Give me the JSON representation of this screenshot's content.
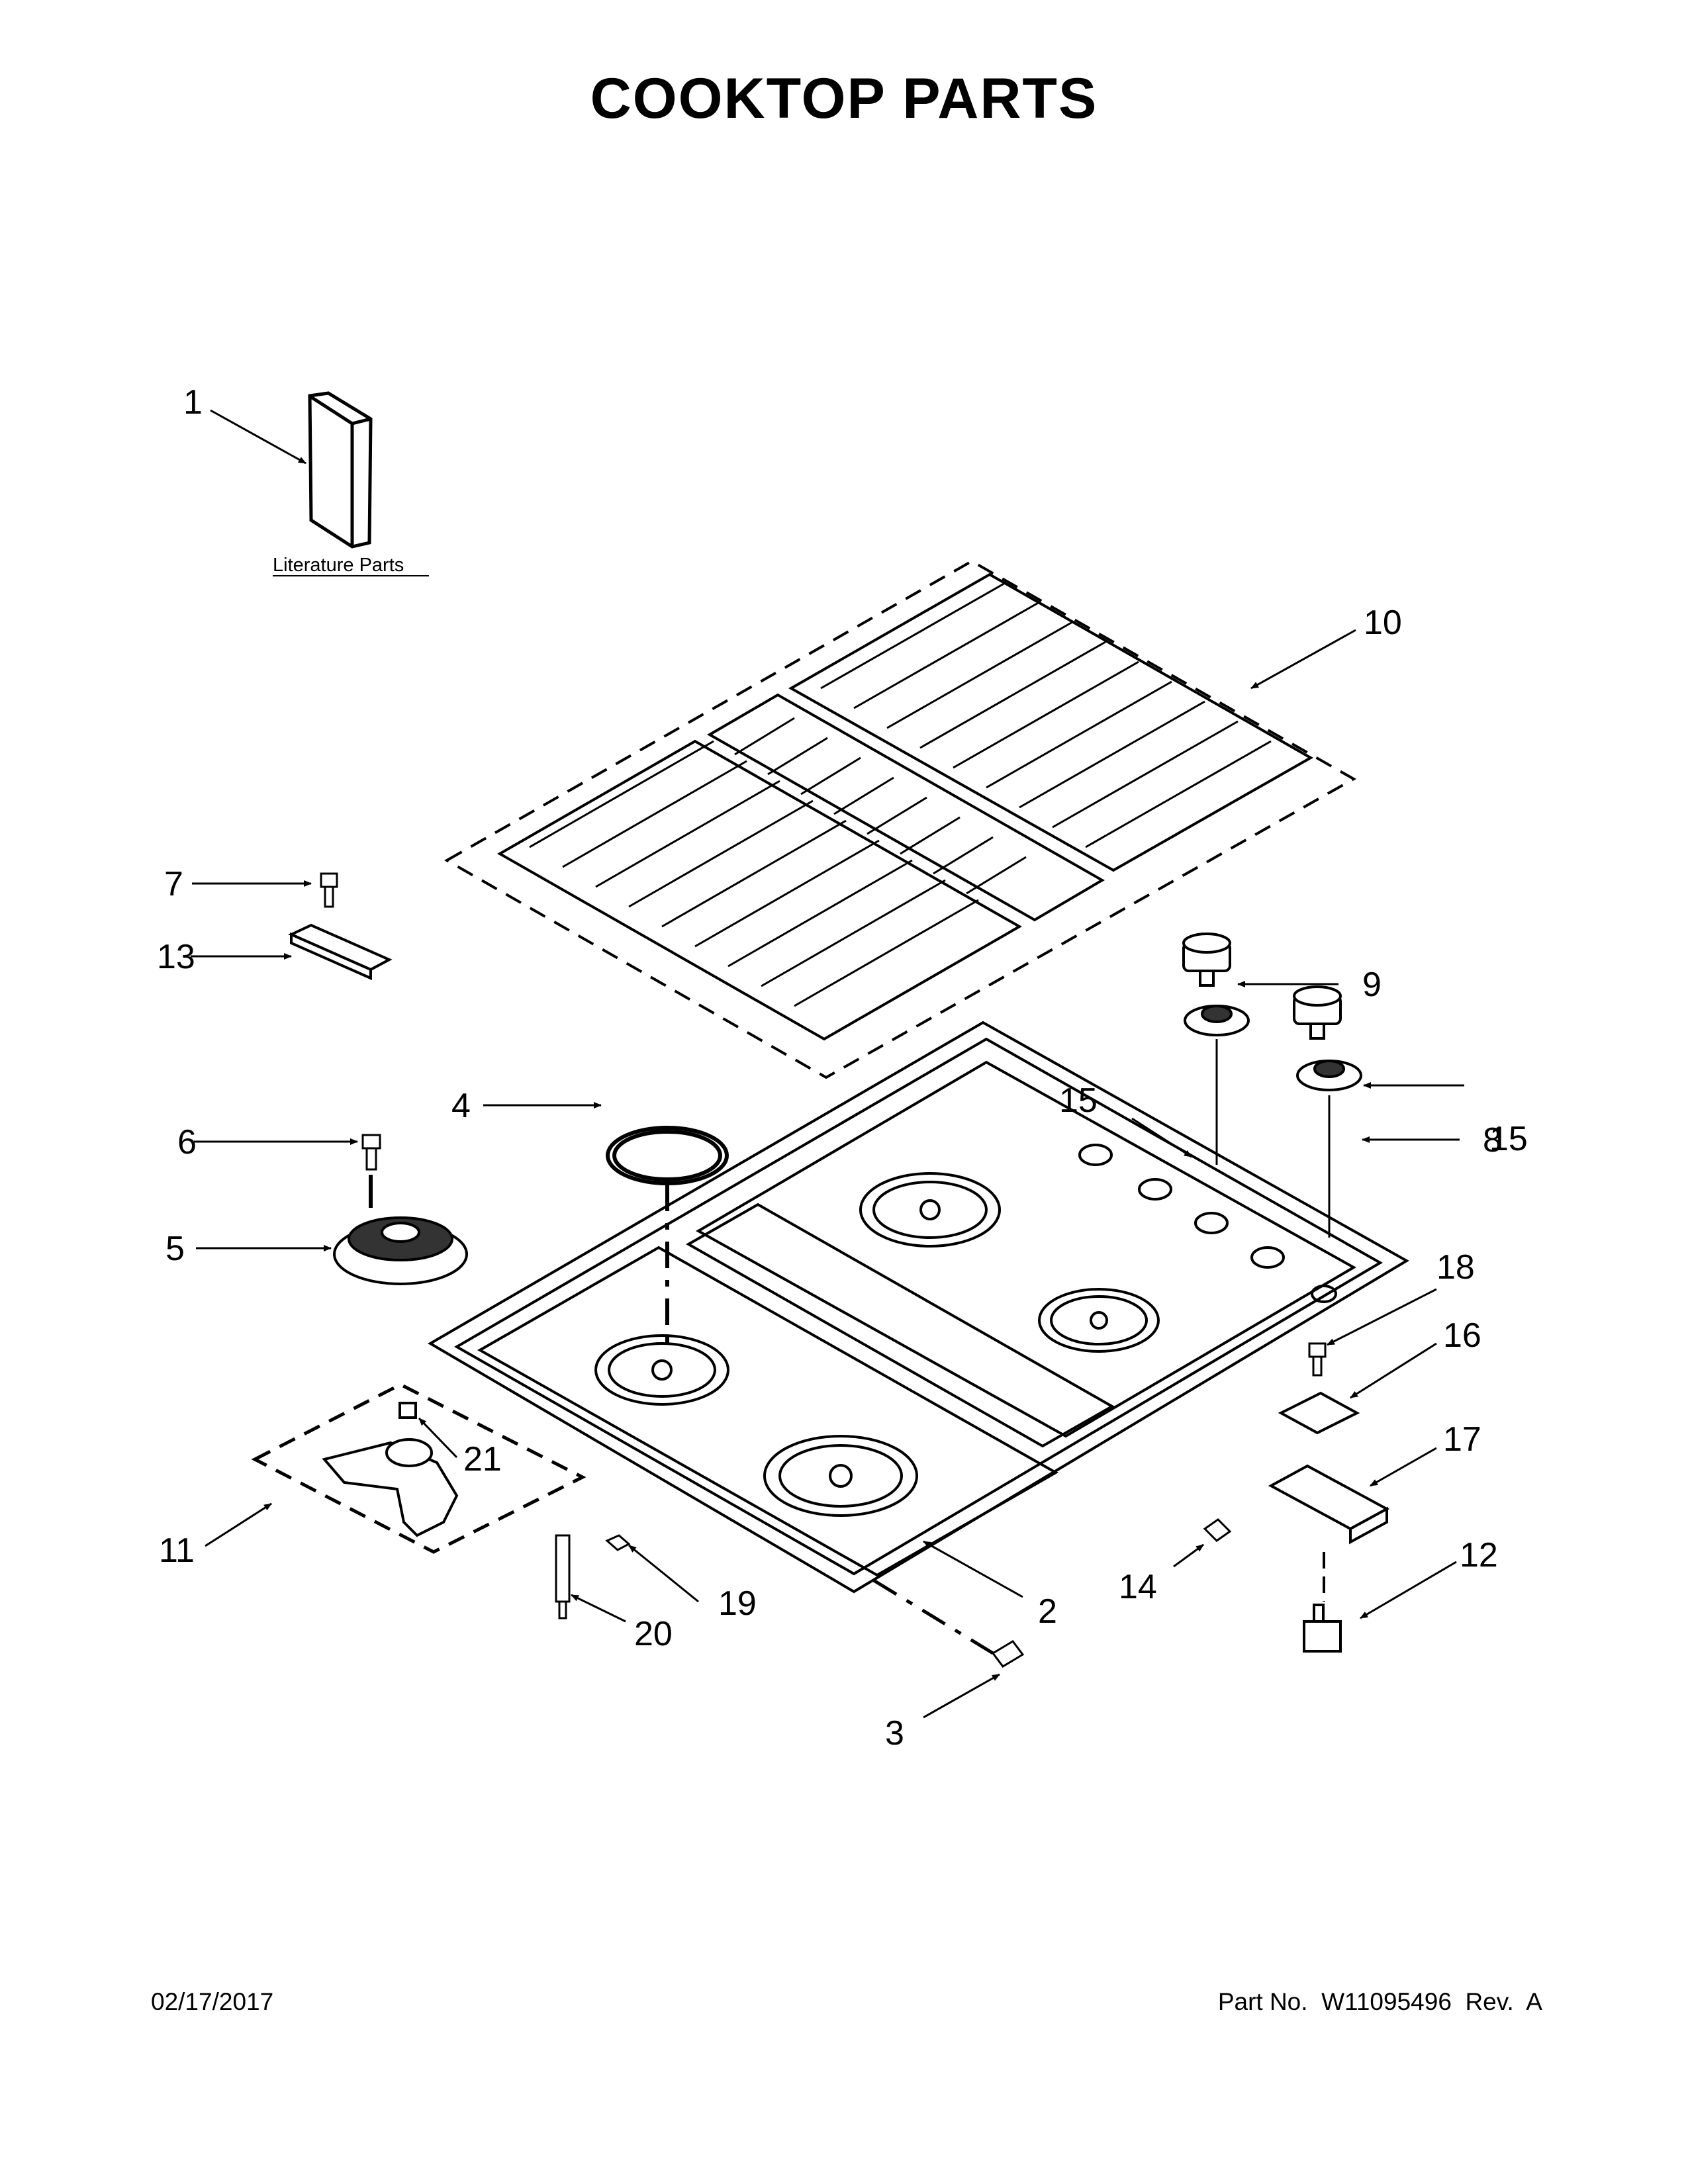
{
  "page": {
    "title": "COOKTOP PARTS",
    "footer_date": "02/17/2017",
    "footer_part": "Part No.  W11095496  Rev.  A"
  },
  "literature": {
    "label": "Literature Parts"
  },
  "callouts": [
    "1",
    "2",
    "3",
    "4",
    "5",
    "6",
    "7",
    "8",
    "9",
    "10",
    "11",
    "12",
    "13",
    "14",
    "15",
    "15",
    "16",
    "17",
    "18",
    "19",
    "20",
    "21"
  ]
}
